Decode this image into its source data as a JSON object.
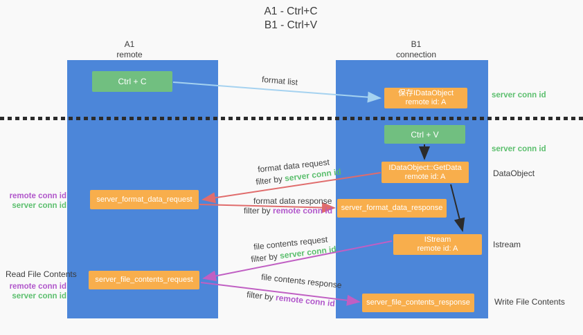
{
  "title": {
    "line1": "A1 - Ctrl+C",
    "line2": "B1 - Ctrl+V"
  },
  "columns": {
    "left": {
      "name": "A1",
      "subtitle": "remote"
    },
    "right": {
      "name": "B1",
      "subtitle": "connection"
    }
  },
  "nodes": {
    "ctrl_c": {
      "label": "Ctrl + C"
    },
    "save_dataobject": {
      "line1": "保存IDataObject",
      "line2": "remote id: A"
    },
    "ctrl_v": {
      "label": "Ctrl + V"
    },
    "getdata": {
      "line1": "IDataObject::GetData",
      "line2": "remote id: A"
    },
    "format_request": {
      "label": "server_format_data_request"
    },
    "format_response": {
      "label": "server_format_data_response"
    },
    "istream": {
      "line1": "IStream",
      "line2": "remote id: A"
    },
    "file_request": {
      "label": "server_file_contents_request"
    },
    "file_response": {
      "label": "server_file_contents_response"
    }
  },
  "edge_labels": {
    "format_list": "format list",
    "format_request": {
      "text": "format data request",
      "filter_prefix": "filter by",
      "filter_key": "server conn id"
    },
    "format_response": {
      "text": "format data response",
      "filter_prefix": "filter by",
      "filter_key": "remote conn id"
    },
    "file_request": {
      "text": "file contents request",
      "filter_prefix": "filter by",
      "filter_key": "server conn id"
    },
    "file_response": {
      "text": "file contents response",
      "filter_prefix": "filter by",
      "filter_key": "remote conn id"
    }
  },
  "side_labels": {
    "server_conn_id_top": "server conn id",
    "server_conn_id_mid": "server conn id",
    "dataobject": "DataObject",
    "istream": "Istream",
    "write_file_contents": "Write File Contents",
    "read_file_contents": "Read File Contents",
    "remote_conn_id_format": "remote conn id",
    "server_conn_id_format": "server conn id",
    "remote_conn_id_file": "remote conn id",
    "server_conn_id_file": "server conn id"
  },
  "colors": {
    "column_blue": "#4c86d9",
    "green_box": "#71bf80",
    "orange_box": "#f8ae4c",
    "green_text": "#5cbf6e",
    "purple_text": "#b157cb",
    "red_arrow": "#e06c6c",
    "magenta_arrow": "#c05fc3",
    "light_blue_arrow": "#a5d2f0",
    "black_arrow": "#2b2b2b"
  }
}
